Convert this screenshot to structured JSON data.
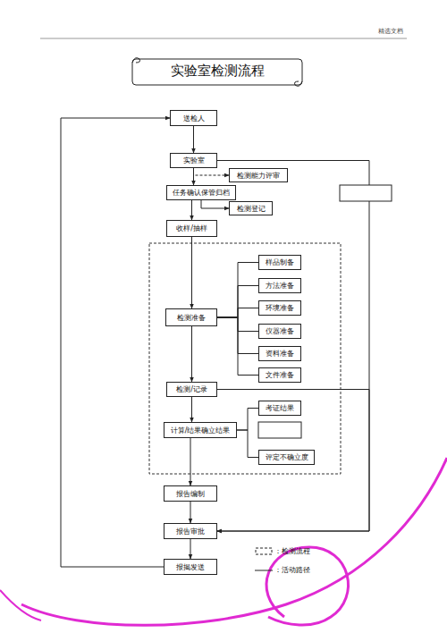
{
  "diagram": {
    "title": "实验室检测流程",
    "nodes": [
      {
        "text": [
          "送检人"
        ]
      },
      {
        "text": [
          "实验室"
        ]
      },
      {
        "text": [
          "检测能力评审"
        ]
      },
      {
        "text": [
          "任务确认保管归档"
        ]
      },
      {
        "text": [
          "检测登记"
        ]
      },
      {
        "text": [
          "收样/抽样"
        ]
      },
      {
        "text": [
          "检测准备"
        ]
      },
      {
        "text": [
          "样品制备"
        ]
      },
      {
        "text": [
          "方法准备"
        ]
      },
      {
        "text": [
          "环境准备"
        ]
      },
      {
        "text": [
          "仪器准备"
        ]
      },
      {
        "text": [
          "资料准备"
        ]
      },
      {
        "text": [
          "文件准备"
        ]
      },
      {
        "text": [
          "检测/记录"
        ]
      },
      {
        "text": [
          "计算/结果确立结果"
        ]
      },
      {
        "text": [
          "考证结果"
        ]
      },
      {
        "text": [
          "评定不确立度"
        ]
      },
      {
        "text": [
          "报告编制"
        ]
      },
      {
        "text": [
          "报告审批"
        ]
      },
      {
        "text": [
          "报揭发送"
        ]
      }
    ],
    "edges": [
      {
        "from": 0,
        "to": 1,
        "arrow": "to"
      },
      {
        "from": 1,
        "to": 2,
        "arrow": "to"
      },
      {
        "from": 1,
        "to": 3,
        "arrow": "to"
      },
      {
        "from": 3,
        "to": 4,
        "arrow": "to"
      },
      {
        "from": 3,
        "to": 5,
        "arrow": "to"
      },
      {
        "from": 5,
        "to": 6,
        "arrow": "to"
      },
      {
        "from": 6,
        "to": 7,
        "arrow": "none"
      },
      {
        "from": 6,
        "to": 8,
        "arrow": "none"
      },
      {
        "from": 6,
        "to": 9,
        "arrow": "none"
      },
      {
        "from": 6,
        "to": 10,
        "arrow": "none"
      },
      {
        "from": 6,
        "to": 11,
        "arrow": "none"
      },
      {
        "from": 6,
        "to": 12,
        "arrow": "none"
      },
      {
        "from": 6,
        "to": 13,
        "arrow": "to"
      },
      {
        "from": 13,
        "to": 14,
        "arrow": "to"
      },
      {
        "from": 14,
        "to": 15,
        "arrow": "none"
      },
      {
        "from": 14,
        "to": 16,
        "arrow": "none"
      },
      {
        "from": 14,
        "to": 17,
        "arrow": "to"
      },
      {
        "from": 17,
        "to": 18,
        "arrow": "to"
      },
      {
        "from": 18,
        "to": 19,
        "arrow": "to"
      },
      {
        "from": 19,
        "to": 0,
        "arrow": "to"
      },
      {
        "from": 1,
        "to": 18,
        "arrow": "to"
      },
      {
        "from": 13,
        "to": 18,
        "arrow": "to"
      }
    ],
    "labels": [
      "精选文档"
    ],
    "legend": [
      {
        "text": "：检测流程"
      },
      {
        "text": "：活动路径"
      }
    ]
  }
}
